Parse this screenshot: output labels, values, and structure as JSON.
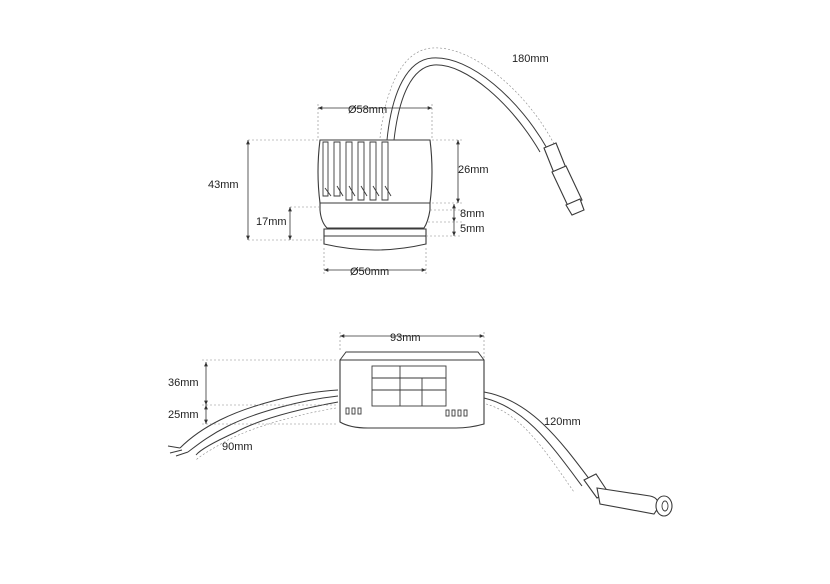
{
  "colors": {
    "line": "#3a3a3a",
    "dimension": "#333333",
    "text": "#222222",
    "background": "#ffffff"
  },
  "module": {
    "dimensions": {
      "cable_length": "180mm",
      "top_diameter": "Ø58mm",
      "total_height": "43mm",
      "body_height": "26mm",
      "lower_height": "17mm",
      "flange_height": "8mm",
      "bottom_ring_height": "5mm",
      "bottom_diameter": "Ø50mm"
    }
  },
  "driver": {
    "dimensions": {
      "length": "93mm",
      "height": "36mm",
      "width": "25mm",
      "input_cable_length": "90mm",
      "output_cable_length": "120mm"
    }
  }
}
